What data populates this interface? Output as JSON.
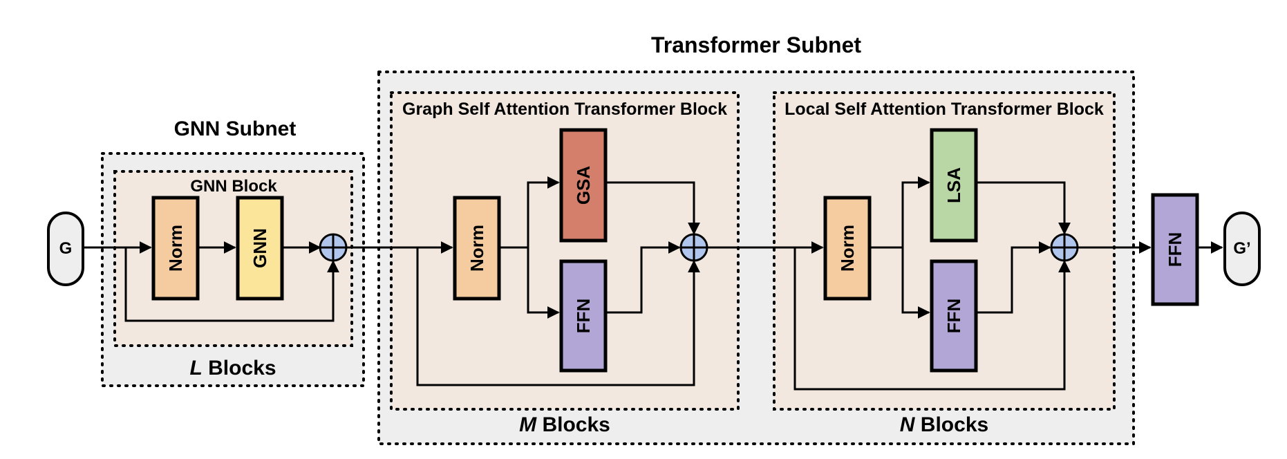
{
  "titles": {
    "gnn_subnet": "GNN Subnet",
    "transformer_subnet": "Transformer Subnet",
    "gnn_block": "GNN Block",
    "graph_block": "Graph Self Attention Transformer Block",
    "local_block": "Local Self Attention Transformer Block"
  },
  "repeats": {
    "l_var": "L",
    "l_text": " Blocks",
    "m_var": "M",
    "m_text": " Blocks",
    "n_var": "N",
    "n_text": " Blocks"
  },
  "nodes": {
    "input": "G",
    "output": "G’",
    "norm": "Norm",
    "gnn": "GNN",
    "gsa": "GSA",
    "lsa": "LSA",
    "ffn": "FFN"
  },
  "colors": {
    "norm": "#f5cc9f",
    "gnn": "#fbe59a",
    "gsa": "#d47f6c",
    "lsa": "#b8d7a5",
    "ffn": "#b1a6d5",
    "sum": "#b0c6ec",
    "outer_frame": "#eeeeee",
    "inner_frame": "#f2e8df"
  }
}
